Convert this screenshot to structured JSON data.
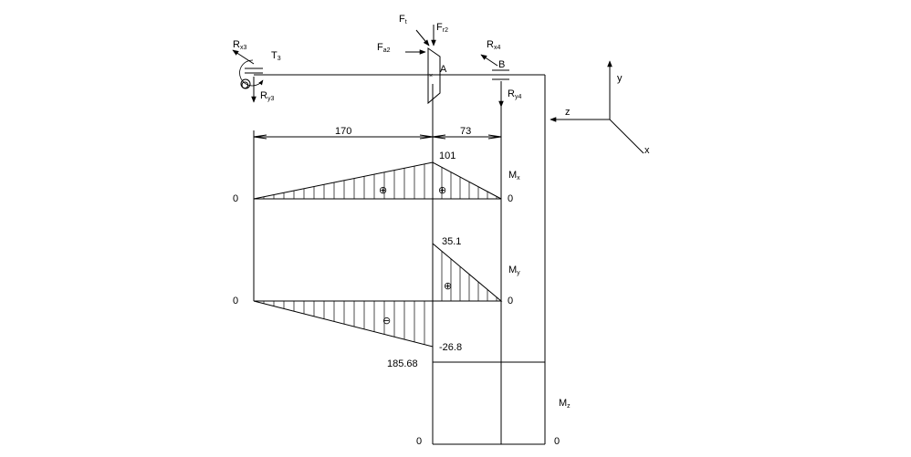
{
  "forces": {
    "ft": {
      "main": "F",
      "sub": "t"
    },
    "fr2": {
      "main": "F",
      "sub": "r2"
    },
    "fa2": {
      "main": "F",
      "sub": "a2"
    },
    "rx3": {
      "main": "R",
      "sub": "x3"
    },
    "t3": {
      "main": "T",
      "sub": "3"
    },
    "ry3": {
      "main": "R",
      "sub": "y3"
    },
    "rx4": {
      "main": "R",
      "sub": "x4"
    },
    "ry4": {
      "main": "R",
      "sub": "y4"
    }
  },
  "points": {
    "o": "O",
    "a": "A",
    "b": "B",
    "x_mark": "×"
  },
  "axes": {
    "y": "y",
    "z": "z",
    "x": "x"
  },
  "dimensions": {
    "left": "170",
    "right": "73"
  },
  "mx": {
    "label_main": "M",
    "label_sub": "x",
    "peak": "101",
    "zero_left": "0",
    "zero_right": "0",
    "sign_left": "⊕",
    "sign_right": "⊕"
  },
  "my": {
    "label_main": "M",
    "label_sub": "y",
    "peak_pos": "35.1",
    "peak_neg": "-26.8",
    "zero_left": "0",
    "zero_right": "0",
    "sign_pos": "⊕",
    "sign_neg": "⊖"
  },
  "mz": {
    "label_main": "M",
    "label_sub": "z",
    "value": "185.68",
    "zero_left": "0",
    "zero_right": "0"
  }
}
